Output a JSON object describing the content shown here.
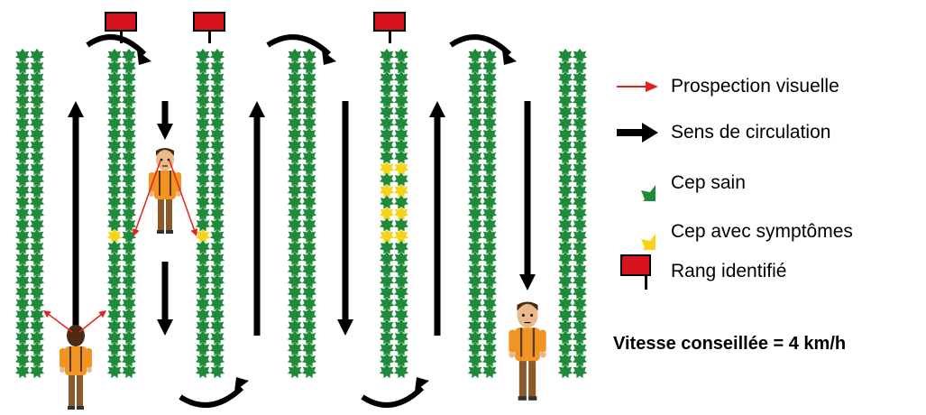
{
  "colors": {
    "healthy_vine": "#1f8a3a",
    "symptom_vine": "#f7d31a",
    "sign": "#d7141e",
    "arrow": "#000000",
    "visual_arrow": "#e0241f",
    "person_shirt": "#f29423",
    "person_pants": "#8a5a2b"
  },
  "legend": [
    {
      "icon": "red-arrow-icon",
      "label": "Prospection visuelle"
    },
    {
      "icon": "black-arrow-icon",
      "label": "Sens de circulation"
    },
    {
      "icon": "healthy-vine-icon",
      "label": "Cep sain"
    },
    {
      "icon": "symptom-vine-icon",
      "label": "Cep avec symptômes"
    },
    {
      "icon": "red-sign-icon",
      "label": "Rang identifié"
    }
  ],
  "speed_label": "Vitesse conseillée = 4 km/h"
}
